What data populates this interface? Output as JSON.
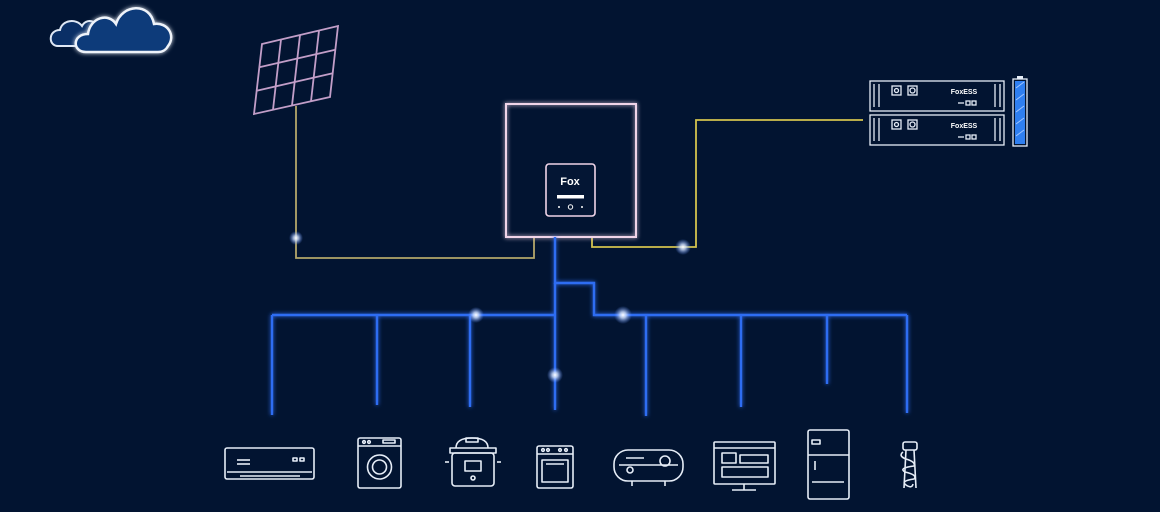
{
  "inverter": {
    "brand": "Fox"
  },
  "battery": {
    "brand": "FoxESS",
    "modules": 2
  },
  "icons": {
    "weather": "cloud-icon",
    "solar": "solar-panel-icon",
    "inverter": "inverter-icon",
    "battery_stack": "battery-stack-icon",
    "battery_level": "battery-level-icon"
  },
  "appliances": [
    {
      "icon": "air-conditioner-icon"
    },
    {
      "icon": "washing-machine-icon"
    },
    {
      "icon": "rice-cooker-icon"
    },
    {
      "icon": "oven-icon"
    },
    {
      "icon": "water-heater-icon"
    },
    {
      "icon": "computer-icon"
    },
    {
      "icon": "refrigerator-icon"
    },
    {
      "icon": "light-bulb-icon"
    }
  ],
  "colors": {
    "background": "#021431",
    "pv_line": "#b3a66a",
    "battery_line": "#d2c24e",
    "grid_line": "#2f6df2",
    "icon_stroke": "#e6edf7",
    "solar_stroke": "#c29ec8",
    "inverter_stroke": "#f0d4e8",
    "cloud_fill": "#0d3a7a",
    "battery_level": "#2f7ff0"
  }
}
